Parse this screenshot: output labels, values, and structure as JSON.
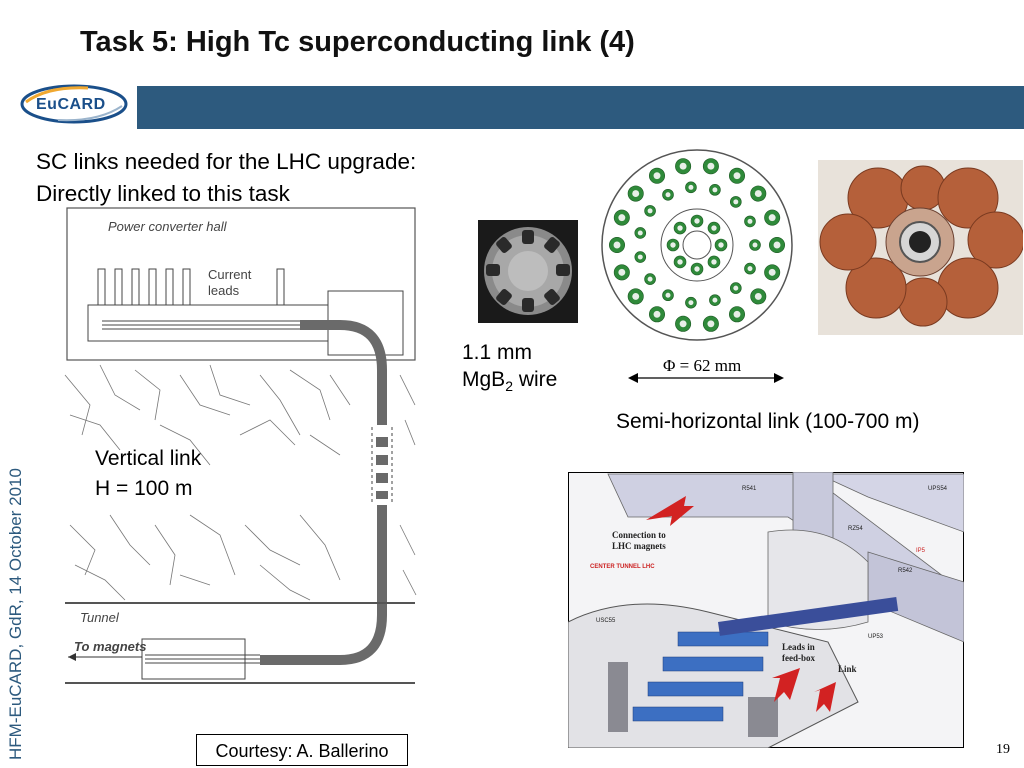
{
  "slide": {
    "title": "Task 5: High Tc superconducting link (4)",
    "intro_line1": "SC links needed for the LHC upgrade:",
    "intro_line2": "Directly linked to this task",
    "sidebar_text": "HFM-EuCARD, GdR, 14 October 2010",
    "page_number": "19",
    "courtesy": "Courtesy: A. Ballerino"
  },
  "logo": {
    "text": "EuCARD",
    "colors": {
      "ring": "#1a4f8a",
      "accent": "#f0a830",
      "banner": "#2d5a7e"
    }
  },
  "schematic": {
    "hall_label": "Power converter hall",
    "current_leads_line1": "Current",
    "current_leads_line2": "leads",
    "tunnel_label": "Tunnel",
    "magnets_label": "To magnets",
    "vertical_line1": "Vertical link",
    "vertical_line2": "H = 100 m"
  },
  "wire": {
    "size_label": "1.1 mm",
    "material_base": "MgB",
    "material_sub": "2",
    "material_suffix": " wire"
  },
  "cable": {
    "diameter_label": "Φ = 62 mm",
    "semi_horizontal_label": "Semi-horizontal link (100-700 m)"
  },
  "tunnel_3d": {
    "connection_line1": "Connection to",
    "connection_line2": "LHC magnets",
    "center_tunnel": "CENTER TUNNEL LHC",
    "leads_line1": "Leads in",
    "leads_line2": "feed-box",
    "link": "Link",
    "labels": [
      "R541",
      "UPS54",
      "RZ54",
      "IP5",
      "R542",
      "USC55",
      "UP53"
    ]
  }
}
